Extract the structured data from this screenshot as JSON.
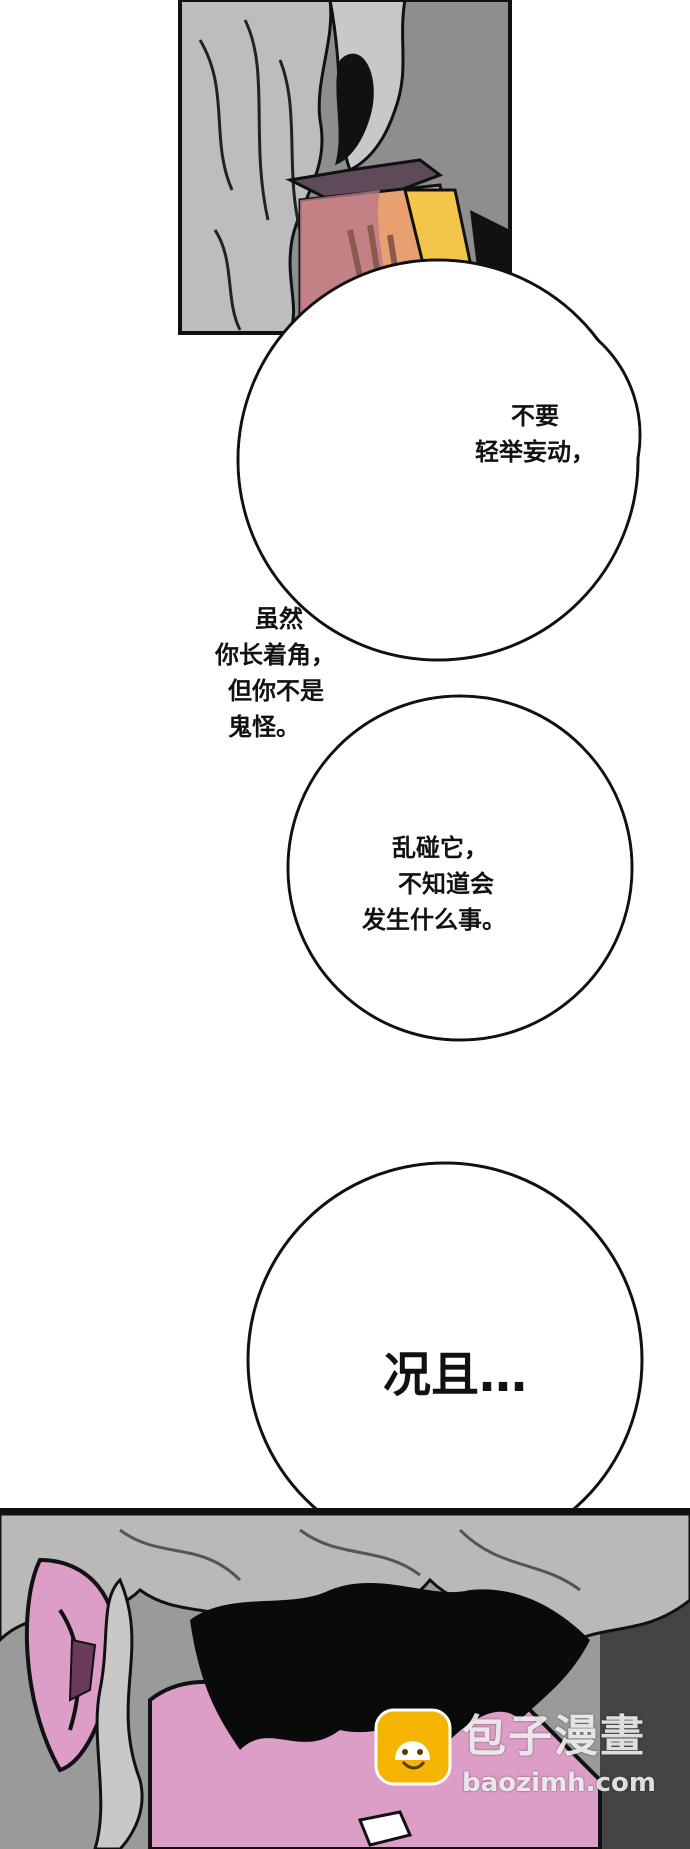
{
  "bubbles": {
    "b1": {
      "lines": [
        "不要",
        "轻举妄动，"
      ]
    },
    "b2": {
      "lines": [
        "虽然",
        "你长着角，",
        "但你不是",
        "鬼怪。"
      ]
    },
    "b3": {
      "lines": [
        "乱碰它，",
        "不知道会",
        "发生什么事。"
      ]
    },
    "b4": {
      "text": "况且…"
    }
  },
  "watermark": {
    "name": "包子漫畫",
    "url": "baozimh.com"
  },
  "colors": {
    "panel_gray": "#8e8e8e",
    "hair_gray": "#b9b9b9",
    "skin_orange": "#e8a070",
    "skin_pink": "#dc9ec6",
    "hair_black": "#0a0a0a",
    "accent_yellow": "#f3c54a"
  }
}
